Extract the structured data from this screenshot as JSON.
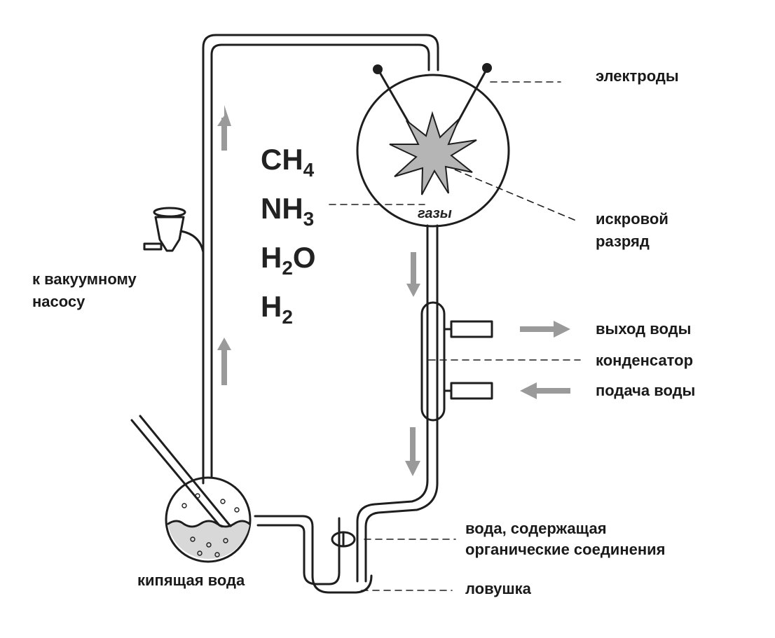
{
  "formulas": {
    "ch4": {
      "base": "CH",
      "sub": "4",
      "tail": ""
    },
    "nh3": {
      "base": "NH",
      "sub": "3",
      "tail": ""
    },
    "h2o": {
      "base": "H",
      "sub": "2",
      "tail": "O"
    },
    "h2": {
      "base": "H",
      "sub": "2",
      "tail": ""
    }
  },
  "labels": {
    "electrodes": "электроды",
    "spark_line1": "искровой",
    "spark_line2": "разряд",
    "gases": "газы",
    "vacuum_line1": "к вакуумному",
    "vacuum_line2": "насосу",
    "water_out": "выход воды",
    "condenser": "конденсатор",
    "water_in": "подача воды",
    "organic_line1": "вода, содержащая",
    "organic_line2": "органические соединения",
    "trap": "ловушка",
    "boiling_water": "кипящая вода"
  },
  "colors": {
    "line": "#1e1e1e",
    "arrow": "#9a9a9a",
    "spark_fill": "#b5b5b5",
    "water_fill": "#d8d8d8"
  }
}
